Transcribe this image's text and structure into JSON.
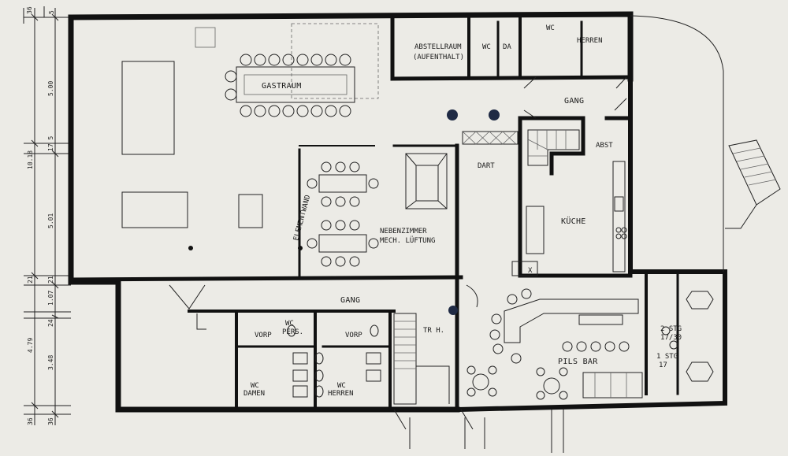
{
  "drawing": {
    "rooms": {
      "gastraum": "GASTRAUM",
      "abstellraum_1": "ABSTELLRAUM",
      "abstellraum_2": "(AUFENTHALT)",
      "wc_top": "WC",
      "da": "DA",
      "wc_herren_top_wc": "WC",
      "wc_herren_top": "HERREN",
      "gang_right": "GANG",
      "abst": "ABST",
      "dart": "DART",
      "kueche": "KÜCHE",
      "elementwand": "ELEMENTWAND",
      "nebenzimmer_1": "NEBENZIMMER",
      "nebenzimmer_2": "MECH. LÜFTUNG",
      "gang_bottom": "GANG",
      "vorp_1": "VORP",
      "wc_pers_1": "WC",
      "wc_pers_2": "PERS.",
      "vorp_2": "VORP",
      "tr_h": "TR H.",
      "wc_damen_1": "WC",
      "wc_damen_2": "DAMEN",
      "wc_herren_1": "WC",
      "wc_herren_2": "HERREN",
      "pils_bar": "PILS  BAR",
      "stair_2": "2 STG",
      "stair_2_dim": "17/30",
      "stair_1": "1 STG",
      "stair_1_dim": "17"
    },
    "dimensions": {
      "d_top_a": "36",
      "d_top_b": "5",
      "d_500": "5.00",
      "d_1018": "10.18",
      "d_175": "17 5",
      "d_501": "5.01",
      "d_21a": "21",
      "d_21b": "21",
      "d_107": "1.07",
      "d_24": "24",
      "d_479": "4.79",
      "d_348": "3.48",
      "d_36a": "36",
      "d_36b": "36"
    }
  },
  "colors": {
    "paper": "#ecebe6",
    "ink": "#111111",
    "marker": "#1f2a44"
  }
}
